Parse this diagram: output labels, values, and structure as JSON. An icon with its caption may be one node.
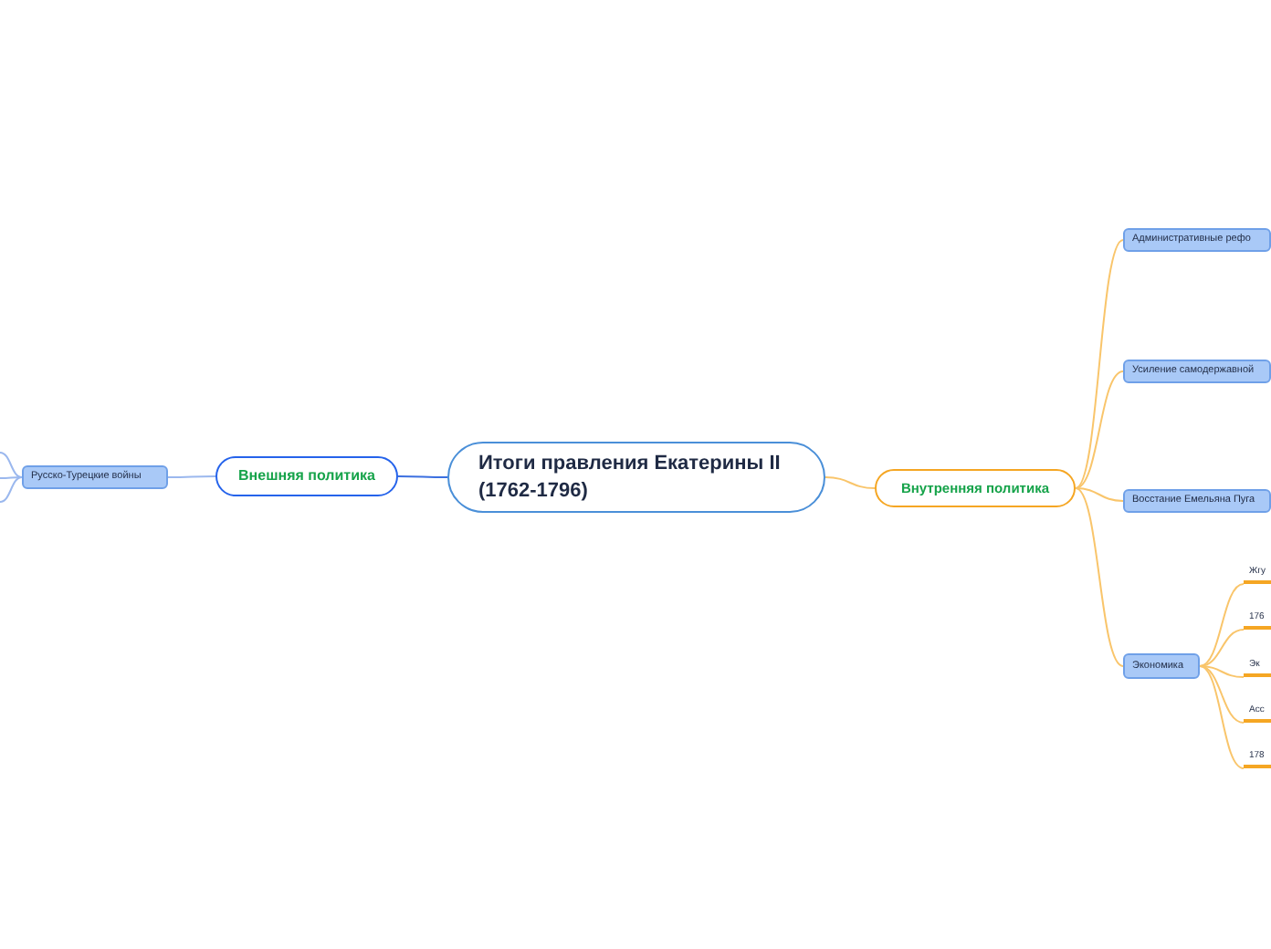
{
  "diagram": {
    "nodes": [
      {
        "text": [
          "Итоги правления Екатерины II (1762-1796)"
        ]
      },
      {
        "text": [
          "Внешняя политика"
        ]
      },
      {
        "text": [
          "Русско-Турецкие войны"
        ]
      },
      {
        "text": [
          "Внутренняя политика"
        ]
      },
      {
        "text": [
          "Административные рефо"
        ]
      },
      {
        "text": [
          "Усиление самодержавной"
        ]
      },
      {
        "text": [
          "Восстание Емельяна Пуга"
        ]
      },
      {
        "text": [
          "Экономика"
        ]
      },
      {
        "text": [
          "Жгу"
        ]
      },
      {
        "text": [
          "176"
        ]
      },
      {
        "text": [
          "Эк"
        ]
      },
      {
        "text": [
          "Асс"
        ]
      },
      {
        "text": [
          "178"
        ]
      }
    ],
    "edges": [
      {
        "from": 0,
        "to": 1,
        "arrow": "none",
        "color": "#3b6fe0"
      },
      {
        "from": 1,
        "to": 2,
        "arrow": "none",
        "color": "#9bb8ee"
      },
      {
        "from": 2,
        "to": null,
        "arrow": "none",
        "color": "#9bb8ee"
      },
      {
        "from": 2,
        "to": null,
        "arrow": "none",
        "color": "#9bb8ee"
      },
      {
        "from": 2,
        "to": null,
        "arrow": "none",
        "color": "#9bb8ee"
      },
      {
        "from": 0,
        "to": 3,
        "arrow": "none"
      },
      {
        "from": 3,
        "to": 4,
        "arrow": "none"
      },
      {
        "from": 3,
        "to": 5,
        "arrow": "none"
      },
      {
        "from": 3,
        "to": 6,
        "arrow": "none"
      },
      {
        "from": 3,
        "to": 7,
        "arrow": "none"
      },
      {
        "from": 7,
        "to": 8,
        "arrow": "none"
      },
      {
        "from": 7,
        "to": 9,
        "arrow": "none"
      },
      {
        "from": 7,
        "to": 10,
        "arrow": "none"
      },
      {
        "from": 7,
        "to": 11,
        "arrow": "none"
      },
      {
        "from": 7,
        "to": 12,
        "arrow": "none"
      }
    ]
  }
}
